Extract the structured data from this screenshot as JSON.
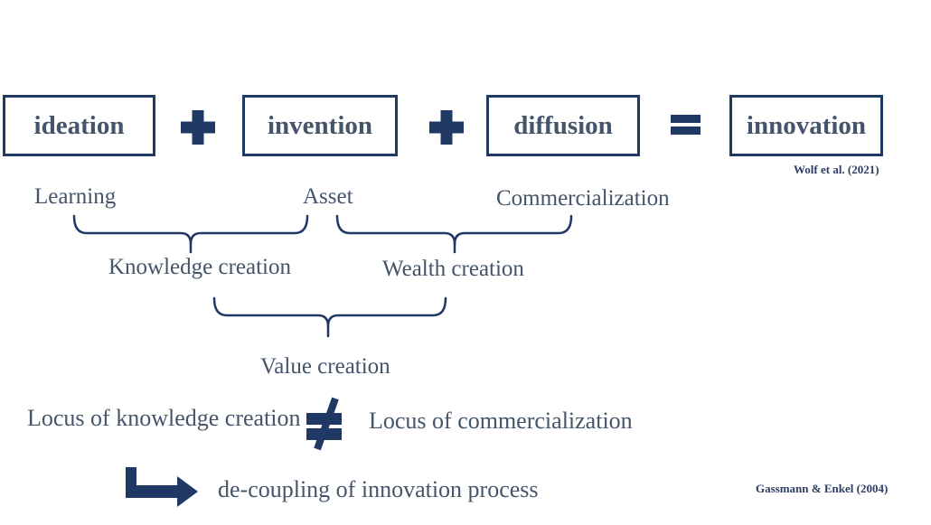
{
  "palette": {
    "navy": "#1f3864",
    "slate": "#44546a",
    "background": "#ffffff"
  },
  "equation": {
    "boxes": [
      {
        "label": "ideation"
      },
      {
        "label": "invention"
      },
      {
        "label": "diffusion"
      },
      {
        "label": "innovation"
      }
    ],
    "operators": {
      "op1": "+",
      "op2": "+",
      "op3": "="
    },
    "citation": "Wolf et al. (2021)"
  },
  "groupings": {
    "items": {
      "learning": "Learning",
      "asset": "Asset",
      "commercialization": "Commercialization"
    },
    "braces": {
      "knowledge": "Knowledge creation",
      "wealth": "Wealth creation",
      "value": "Value creation"
    }
  },
  "comparison": {
    "left": "Locus of knowledge creation",
    "operator": "≠",
    "right": "Locus of commercialization"
  },
  "conclusion": {
    "arrow_icon": "elbow-right-arrow",
    "text": "de-coupling of innovation process",
    "citation": "Gassmann & Enkel (2004)"
  }
}
